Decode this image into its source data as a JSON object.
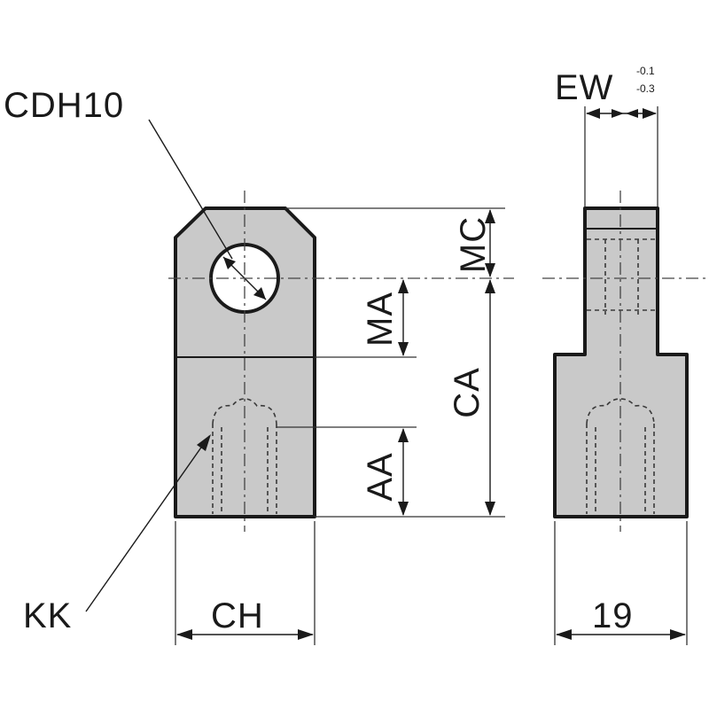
{
  "labels": {
    "bore": "CDH10",
    "thread": "KK",
    "width": "CH",
    "pin_to_top": "MC",
    "pin_to_step": "MA",
    "overall": "CA",
    "thread_depth": "AA",
    "slot": "EW",
    "slot_tol_upper": "-0.1",
    "slot_tol_lower": "-0.3",
    "body_width": "19"
  }
}
